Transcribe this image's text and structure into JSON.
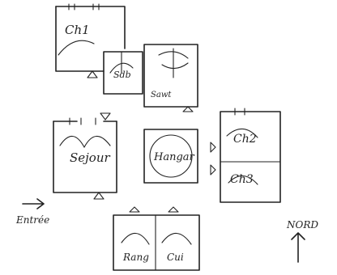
{
  "rooms": {
    "ch1": "Ch1",
    "sdb": "Sdb",
    "sejour": "Sejour",
    "hangar": "Hangar",
    "ch2": "Ch2",
    "ch3": "Ch3",
    "rang": "Rang",
    "cuisine": "Cui"
  },
  "annotations": {
    "entree": "Entrée",
    "nord": "NORD"
  },
  "colors": {
    "ink": "#222222",
    "background": "#ffffff"
  }
}
